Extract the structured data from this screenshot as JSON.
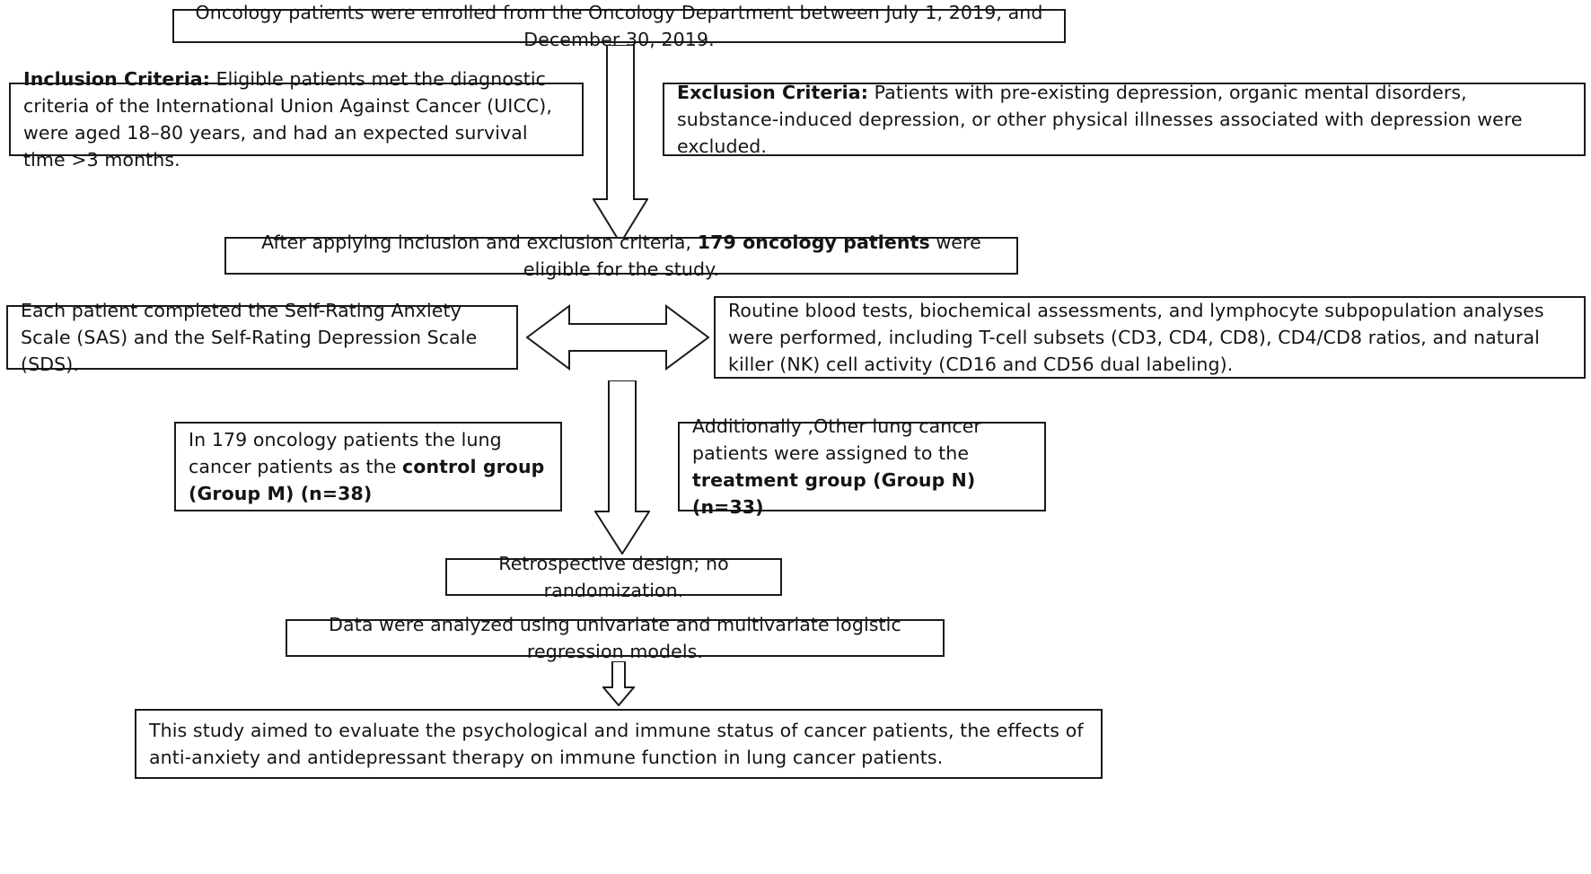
{
  "diagram": {
    "title": "Study flow diagram",
    "stroke_color": "#1a1a1a",
    "background_color": "#ffffff",
    "nodes": [
      {
        "id": "enrollment",
        "text": "Oncology patients were enrolled from the Oncology Department between July 1, 2019, and December 30, 2019."
      },
      {
        "id": "inclusion",
        "label_bold": "Inclusion Criteria:",
        "text": " Eligible patients met the diagnostic criteria of the International Union Against Cancer (UICC), were aged 18–80 years, and had an expected survival time >3 months."
      },
      {
        "id": "exclusion",
        "label_bold": "Exclusion Criteria:",
        "text": " Patients with pre-existing depression, organic mental disorders, substance-induced depression, or other physical illnesses associated with depression were excluded."
      },
      {
        "id": "eligible",
        "text_before": "After applying inclusion and exclusion criteria, ",
        "text_bold": "179 oncology patients",
        "text_after": " were eligible for the study."
      },
      {
        "id": "scales",
        "text": "Each patient completed the Self-Rating Anxiety Scale (SAS) and the Self-Rating Depression Scale (SDS)."
      },
      {
        "id": "labs",
        "text": "Routine blood tests, biochemical assessments, and lymphocyte subpopulation analyses were performed, including T-cell subsets (CD3, CD4, CD8), CD4/CD8 ratios, and natural killer (NK) cell activity (CD16 and CD56 dual labeling)."
      },
      {
        "id": "control-group",
        "text_before": "In 179 oncology patients the lung cancer patients as the ",
        "text_bold": "control group (Group M) (n=38)",
        "text_after": ""
      },
      {
        "id": "treatment-group",
        "text_before": "Additionally ,Other lung cancer patients were assigned to the ",
        "text_bold": "treatment group (Group N) (n=33)",
        "text_after": ""
      },
      {
        "id": "design",
        "text": "Retrospective design; no randomization."
      },
      {
        "id": "analysis",
        "text": "Data were analyzed using univariate and multivariate logistic regression models."
      },
      {
        "id": "aim",
        "text": "This study aimed to evaluate the psychological and immune status of cancer patients, the effects of anti-anxiety and antidepressant therapy on immune function in lung cancer patients."
      }
    ],
    "connectors": [
      {
        "id": "enrollment-to-eligible",
        "shape": "down-arrow"
      },
      {
        "id": "scales-labs-split",
        "shape": "double-headed-horizontal-arrow"
      },
      {
        "id": "eligible-to-design",
        "shape": "down-arrow"
      },
      {
        "id": "design-to-analysis",
        "shape": "down-chevron"
      },
      {
        "id": "analysis-to-aim",
        "shape": "small-down-arrow"
      }
    ]
  }
}
